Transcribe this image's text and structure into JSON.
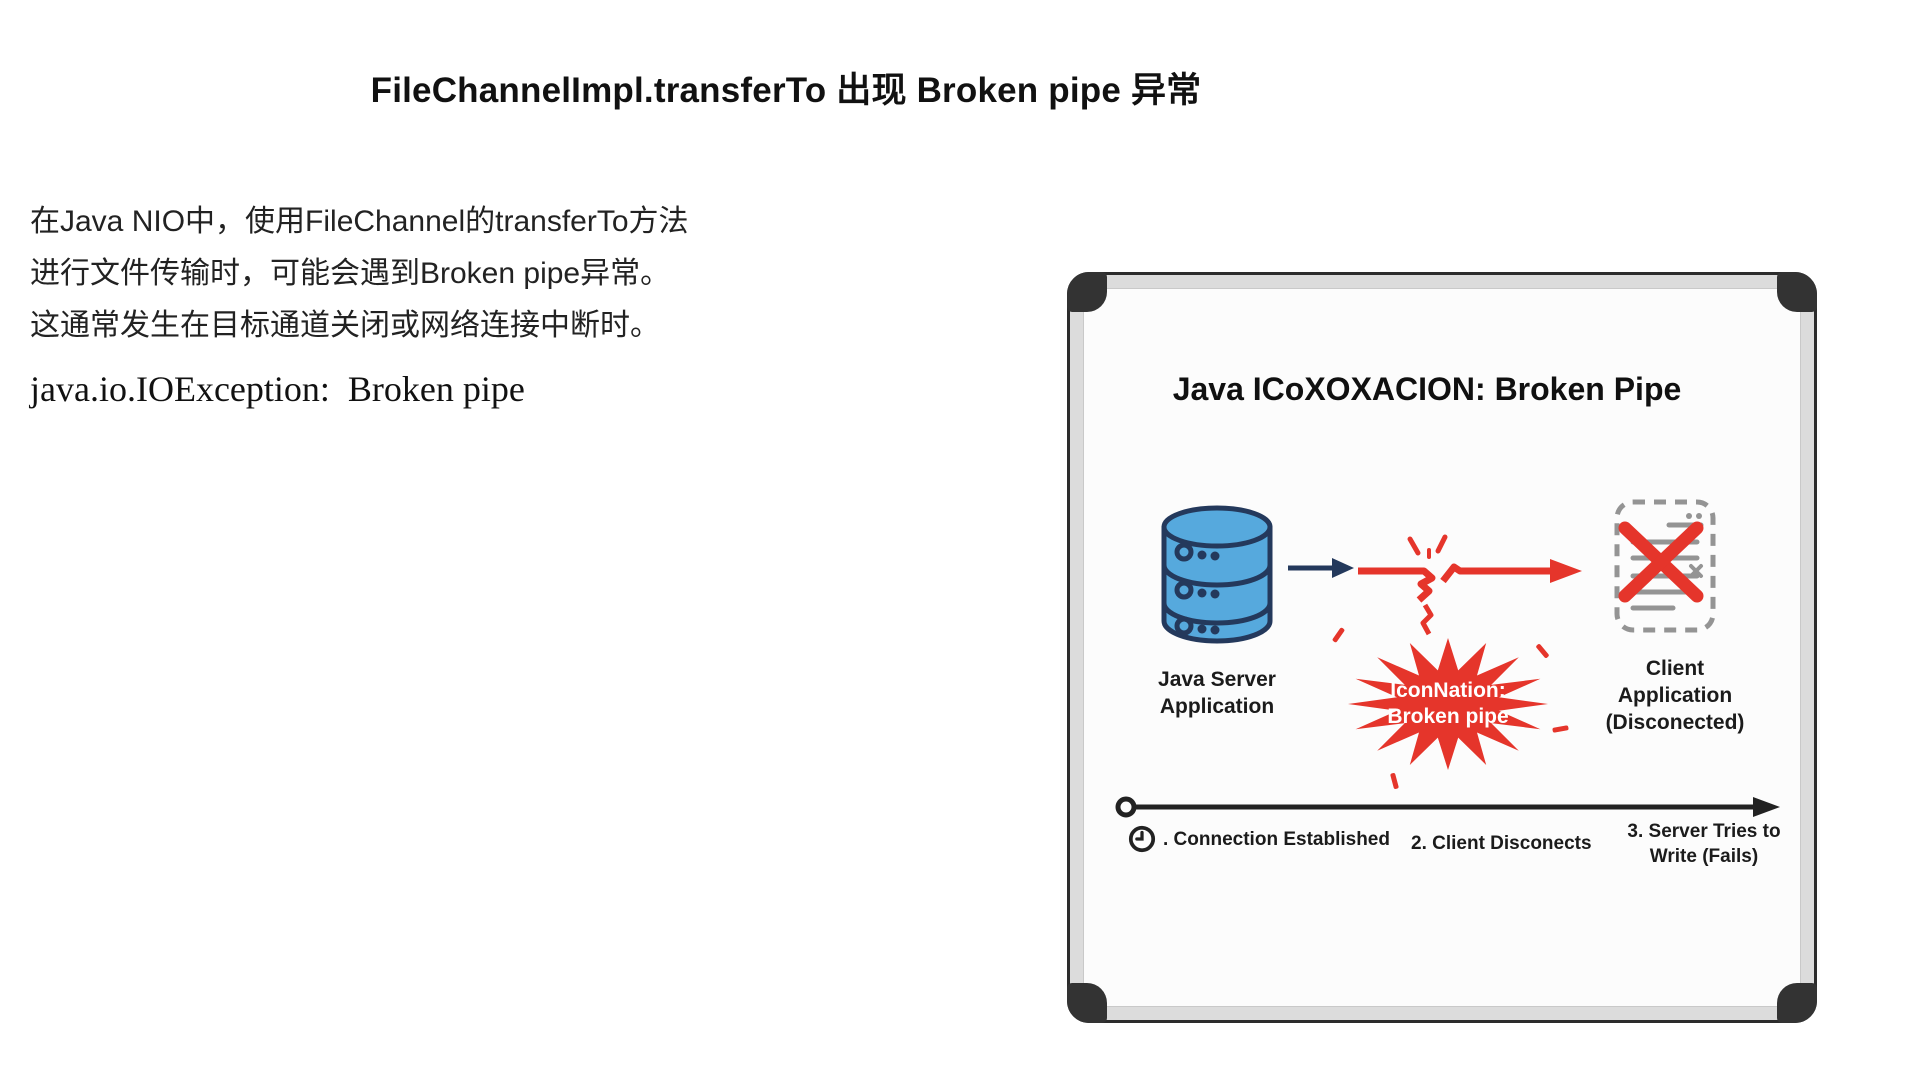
{
  "page": {
    "title": "FileChannelImpl.transferTo 出现 Broken pipe 异常",
    "paragraph": "在Java NIO中，使用FileChannel的transferTo方法\n进行文件传输时，可能会遇到Broken pipe异常。\n这通常发生在目标通道关闭或网络连接中断时。",
    "code_line": "java.io.IOException:  Broken pipe"
  },
  "board": {
    "title": "Java ICoXOXACION: Broken Pipe",
    "server_label": "Java Server\nApplication",
    "burst_text": "IconNation:\nBroken pipe",
    "client_label": "Client\nApplication\n(Disconected)",
    "timeline": {
      "step1_label": ". Connection Established",
      "step2_label": "2. Client Disconects",
      "step3_label": "3. Server Tries to\nWrite (Fails)"
    }
  },
  "colors": {
    "accent_red": "#e5352b",
    "db_blue": "#56a9dd",
    "navy": "#24395c",
    "doc_gray": "#949494",
    "frame_gray": "#dcdcdc",
    "frame_dark": "#333333",
    "text_dark": "#1c1c1c"
  }
}
